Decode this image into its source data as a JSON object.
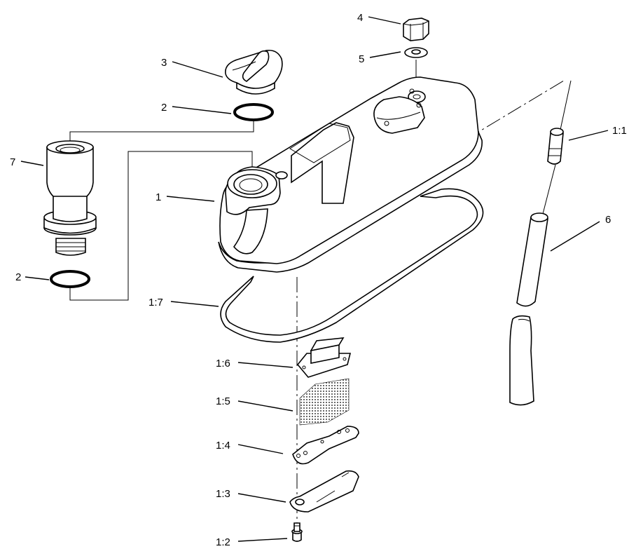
{
  "labels": {
    "item_1": "1",
    "item_2_upper": "2",
    "item_2_lower": "2",
    "item_3": "3",
    "item_4": "4",
    "item_5": "5",
    "item_6": "6",
    "item_7": "7",
    "item_1_1": "1:1",
    "item_1_2": "1:2",
    "item_1_3": "1:3",
    "item_1_4": "1:4",
    "item_1_5": "1:5",
    "item_1_6": "1:6",
    "item_1_7": "1:7"
  },
  "colors": {
    "line": "#000000",
    "background": "#ffffff"
  }
}
